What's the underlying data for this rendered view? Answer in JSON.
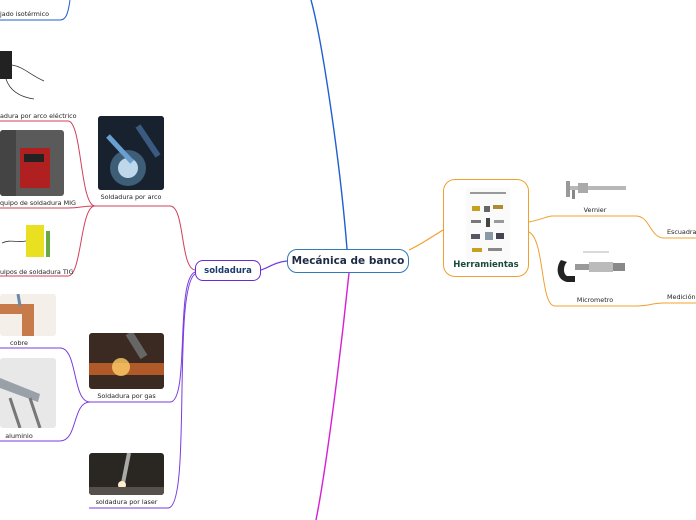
{
  "central": {
    "label": "Mecánica de banco"
  },
  "herramientas": {
    "label": "Herramientas",
    "children": {
      "vernier": "Vernier",
      "micrometro": "Micrometro",
      "escuadra": "Escuadra c",
      "medicion": "Medición d"
    }
  },
  "soldadura": {
    "label": "soldadura",
    "children": {
      "arco": "Soldadura por arco",
      "gas": "Soldadura por gas",
      "laser": "soldadura por laser",
      "mig": "quipo de soldadura MIG",
      "tig": "uipos de soldadura TIG",
      "arco_electrico": "adura por arco eléctrico",
      "isotermico": "jado isotérmico",
      "cobre": "cobre",
      "aluminio": "aluminio"
    }
  },
  "colors": {
    "central_border": "#2f7ab8",
    "top_branch": "#1f5fd0",
    "bottom_branch": "#d61fd6",
    "soldadura_branch": "#7a3ce0",
    "herramientas_branch": "#f0a030",
    "arco_branch": "#d0405a"
  }
}
